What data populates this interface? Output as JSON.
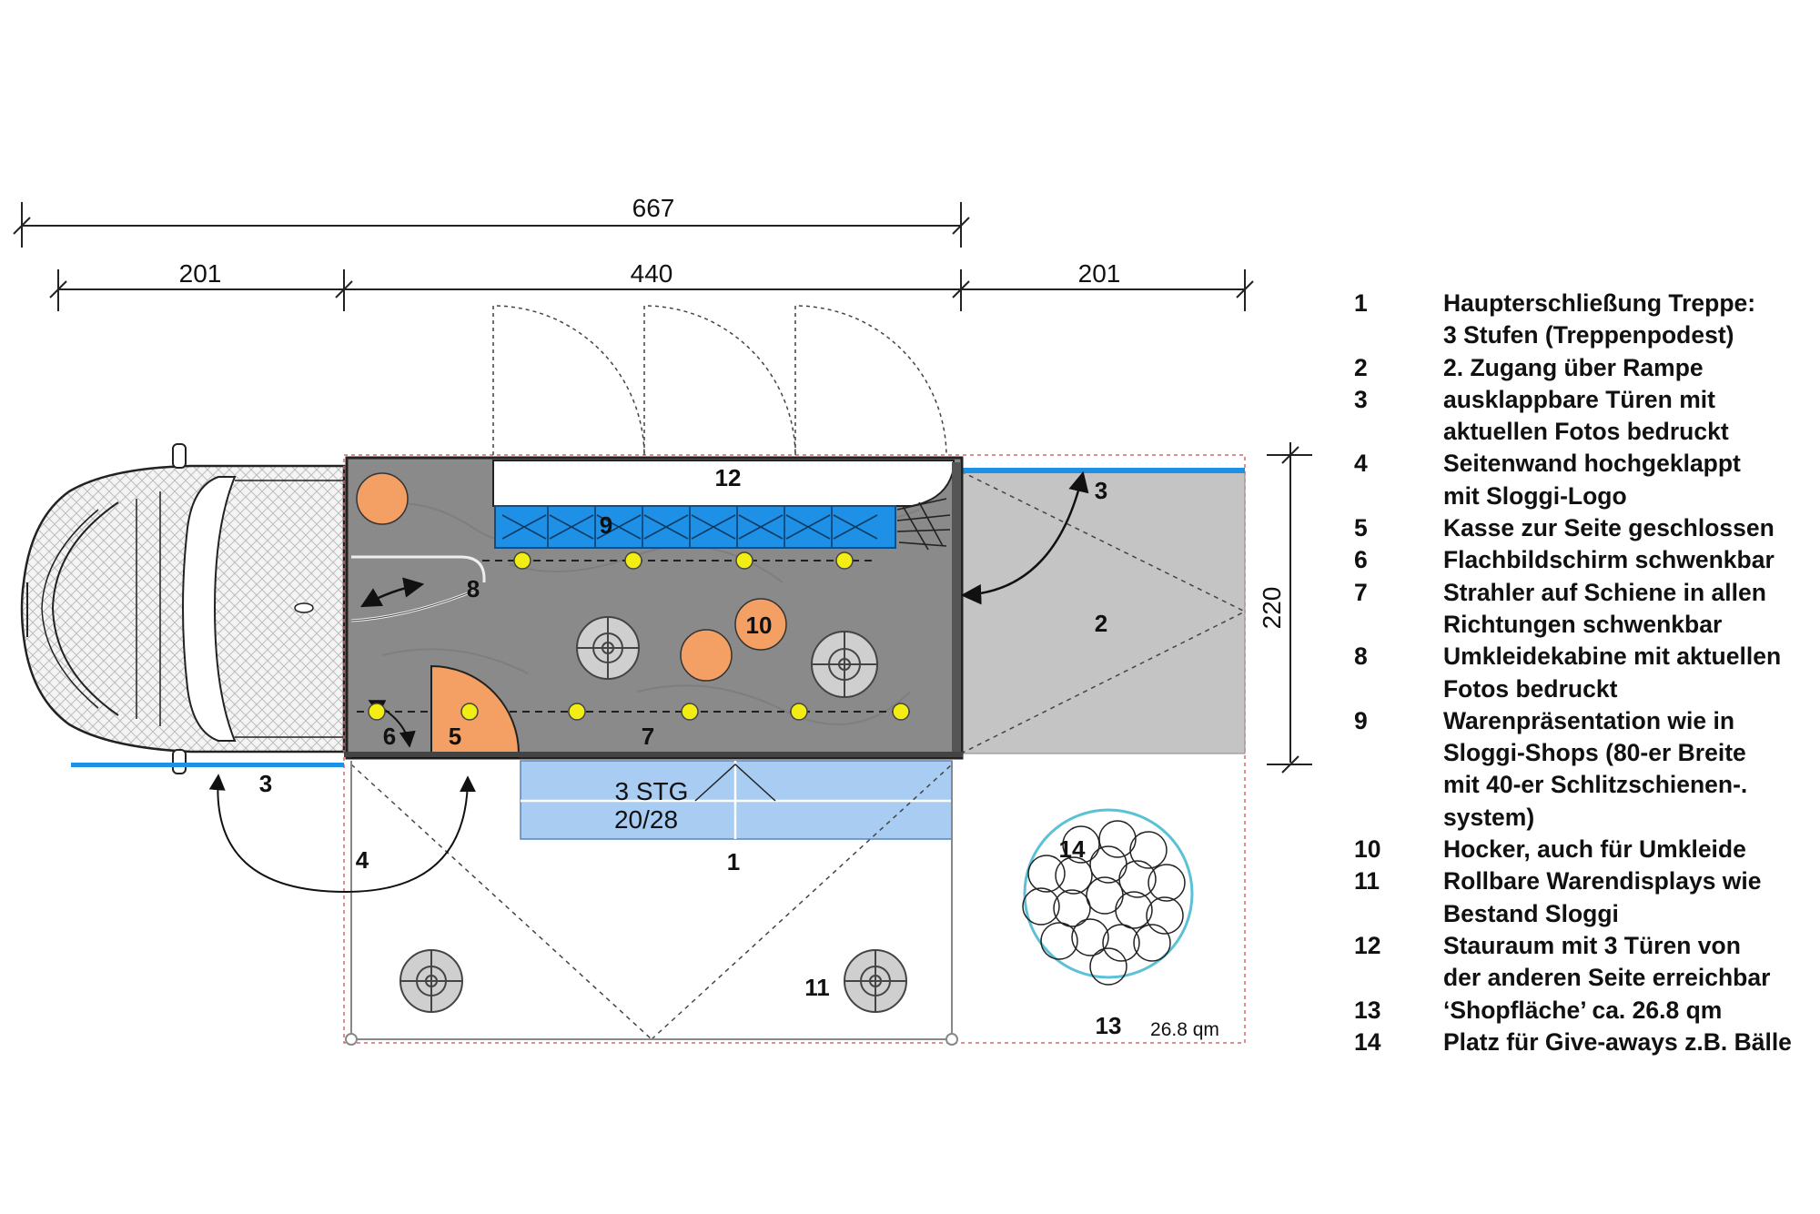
{
  "dimensions": {
    "total": "667",
    "front": "201",
    "body": "440",
    "rear": "201",
    "width": "220"
  },
  "plan_labels": {
    "n1": "1",
    "n2": "2",
    "n3_rear": "3",
    "n3_front": "3",
    "n4": "4",
    "n5": "5",
    "n6": "6",
    "n7": "7",
    "n8": "8",
    "n9": "9",
    "n10": "10",
    "n11": "11",
    "n12": "12",
    "n13": "13",
    "n14": "14",
    "stairs_steps": "3 STG",
    "stairs_ratio": "20/28",
    "area": "26.8 qm"
  },
  "legend": [
    {
      "num": "1",
      "text": "Haupterschließung Treppe:\n3 Stufen (Treppenpodest)"
    },
    {
      "num": "2",
      "text": "2. Zugang über Rampe"
    },
    {
      "num": "3",
      "text": "ausklappbare Türen mit\naktuellen Fotos bedruckt"
    },
    {
      "num": "4",
      "text": "Seitenwand hochgeklappt\nmit Sloggi-Logo"
    },
    {
      "num": "5",
      "text": "Kasse zur Seite geschlossen"
    },
    {
      "num": "6",
      "text": "Flachbildschirm schwenkbar"
    },
    {
      "num": "7",
      "text": "Strahler auf Schiene in allen\nRichtungen schwenkbar"
    },
    {
      "num": "8",
      "text": "Umkleidekabine mit aktuellen\nFotos bedruckt"
    },
    {
      "num": "9",
      "text": "Warenpräsentation wie in\nSloggi-Shops (80-er Breite\nmit 40-er Schlitzschienen-.\nsystem)"
    },
    {
      "num": "10",
      "text": "Hocker, auch für Umkleide"
    },
    {
      "num": "11",
      "text": "Rollbare Warendisplays wie\nBestand Sloggi"
    },
    {
      "num": "12",
      "text": "Stauraum mit 3 Türen von\nder anderen Seite erreichbar"
    },
    {
      "num": "13",
      "text": "‘Shopfläche’ ca. 26.8 qm"
    },
    {
      "num": "14",
      "text": "Platz für Give-aways z.B. Bälle"
    }
  ],
  "colors": {
    "floor": "#8a8a8a",
    "ramp": "#c4c4c4",
    "shelf": "#1e90e6",
    "stairs": "#a8ccf2",
    "accent": "#f4a064",
    "spotlight": "#f2ee14",
    "outline_red": "#d46a6a",
    "ball_circle": "#5bc1d6"
  }
}
